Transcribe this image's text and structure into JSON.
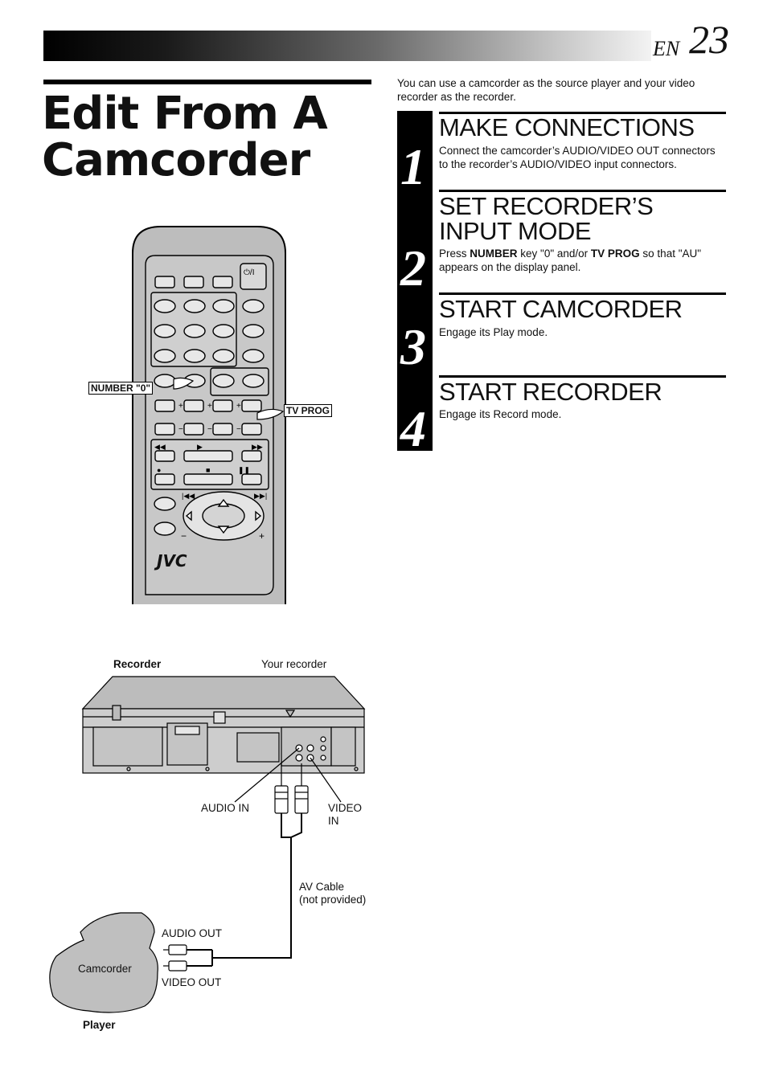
{
  "header": {
    "lang": "EN",
    "page_number": "23"
  },
  "page_title": "Edit From A Camcorder",
  "intro": "You can use a camcorder as the source player and your video recorder as the recorder.",
  "steps": [
    {
      "number": "1",
      "heading": "MAKE CONNECTIONS",
      "body": "Connect the camcorder’s AUDIO/VIDEO OUT connectors to the recorder’s AUDIO/VIDEO input connectors."
    },
    {
      "number": "2",
      "heading": "SET RECORDER’S INPUT MODE",
      "body_pre": "Press ",
      "body_bold1": "NUMBER",
      "body_mid": " key \"0\" and/or ",
      "body_bold2": "TV PROG",
      "body_post": " so that \"AU\" appears on the display panel."
    },
    {
      "number": "3",
      "heading": "START CAMCORDER",
      "body": "Engage its Play mode."
    },
    {
      "number": "4",
      "heading": "START RECORDER",
      "body": "Engage its Record mode."
    }
  ],
  "remote": {
    "brand": "JVC",
    "callout_number": "NUMBER \"0\"",
    "callout_tvprog": "TV PROG"
  },
  "diagram": {
    "recorder_label": "Recorder",
    "your_recorder": "Your recorder",
    "audio_in": "AUDIO IN",
    "video_in_1": "VIDEO",
    "video_in_2": "IN",
    "av_cable_1": "AV Cable",
    "av_cable_2": "(not provided)",
    "audio_out": "AUDIO OUT",
    "video_out": "VIDEO OUT",
    "camcorder": "Camcorder",
    "player_label": "Player"
  }
}
